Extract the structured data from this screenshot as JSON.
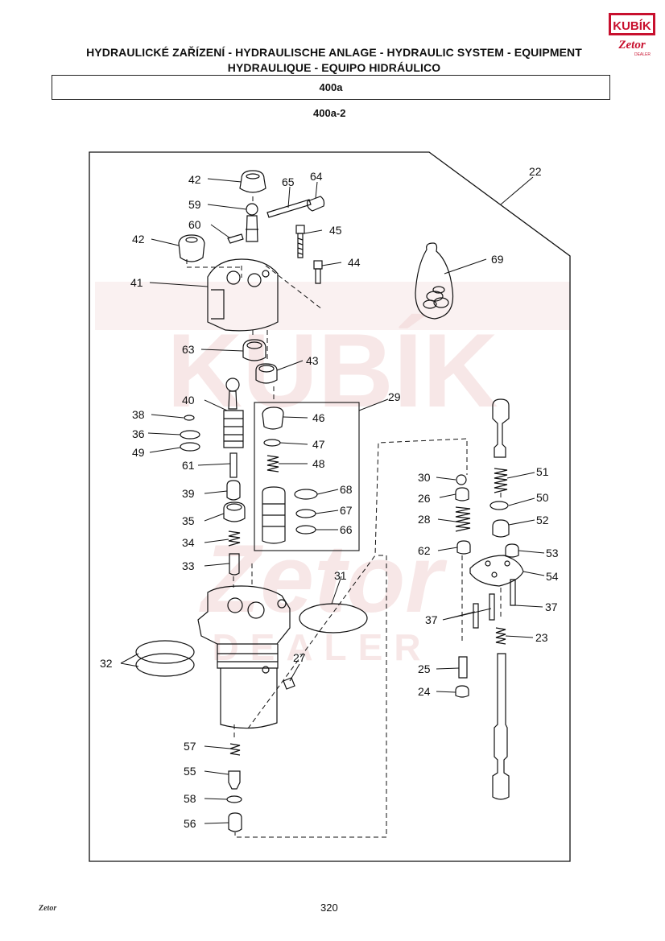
{
  "header": {
    "title_line1": "HYDRAULICKÉ ZAŘÍZENÍ - HYDRAULISCHE ANLAGE - HYDRAULIC SYSTEM - EQUIPMENT",
    "title_line2": "HYDRAULIQUE - EQUIPO HIDRÁULICO",
    "section": "400a",
    "figure": "400a-2"
  },
  "logo": {
    "brand": "KUBÍK",
    "sub": "Zetor",
    "dealer": "DEALER"
  },
  "watermark": {
    "line1": "KUBÍK",
    "line2": "Zetor",
    "line3": "DEALER"
  },
  "footer": {
    "page": "320",
    "logo": "Zetor"
  },
  "callouts": [
    {
      "id": "c42a",
      "text": "42"
    },
    {
      "id": "c65",
      "text": "65"
    },
    {
      "id": "c64",
      "text": "64"
    },
    {
      "id": "c59",
      "text": "59"
    },
    {
      "id": "c60",
      "text": "60"
    },
    {
      "id": "c45",
      "text": "45"
    },
    {
      "id": "c42b",
      "text": "42"
    },
    {
      "id": "c44",
      "text": "44"
    },
    {
      "id": "c41",
      "text": "41"
    },
    {
      "id": "c22",
      "text": "22"
    },
    {
      "id": "c69",
      "text": "69"
    },
    {
      "id": "c63",
      "text": "63"
    },
    {
      "id": "c43",
      "text": "43"
    },
    {
      "id": "c40",
      "text": "40"
    },
    {
      "id": "c29",
      "text": "29"
    },
    {
      "id": "c38",
      "text": "38"
    },
    {
      "id": "c46",
      "text": "46"
    },
    {
      "id": "c36",
      "text": "36"
    },
    {
      "id": "c47",
      "text": "47"
    },
    {
      "id": "c49",
      "text": "49"
    },
    {
      "id": "c48",
      "text": "48"
    },
    {
      "id": "c61",
      "text": "61"
    },
    {
      "id": "c30",
      "text": "30"
    },
    {
      "id": "c51",
      "text": "51"
    },
    {
      "id": "c39",
      "text": "39"
    },
    {
      "id": "c68",
      "text": "68"
    },
    {
      "id": "c26",
      "text": "26"
    },
    {
      "id": "c50",
      "text": "50"
    },
    {
      "id": "c35",
      "text": "35"
    },
    {
      "id": "c67",
      "text": "67"
    },
    {
      "id": "c28",
      "text": "28"
    },
    {
      "id": "c52",
      "text": "52"
    },
    {
      "id": "c34",
      "text": "34"
    },
    {
      "id": "c66",
      "text": "66"
    },
    {
      "id": "c62",
      "text": "62"
    },
    {
      "id": "c53",
      "text": "53"
    },
    {
      "id": "c33",
      "text": "33"
    },
    {
      "id": "c31",
      "text": "31"
    },
    {
      "id": "c54",
      "text": "54"
    },
    {
      "id": "c37a",
      "text": "37"
    },
    {
      "id": "c37b",
      "text": "37"
    },
    {
      "id": "c23",
      "text": "23"
    },
    {
      "id": "c32",
      "text": "32"
    },
    {
      "id": "c27",
      "text": "27"
    },
    {
      "id": "c25",
      "text": "25"
    },
    {
      "id": "c24",
      "text": "24"
    },
    {
      "id": "c57",
      "text": "57"
    },
    {
      "id": "c55",
      "text": "55"
    },
    {
      "id": "c58",
      "text": "58"
    },
    {
      "id": "c56",
      "text": "56"
    }
  ]
}
